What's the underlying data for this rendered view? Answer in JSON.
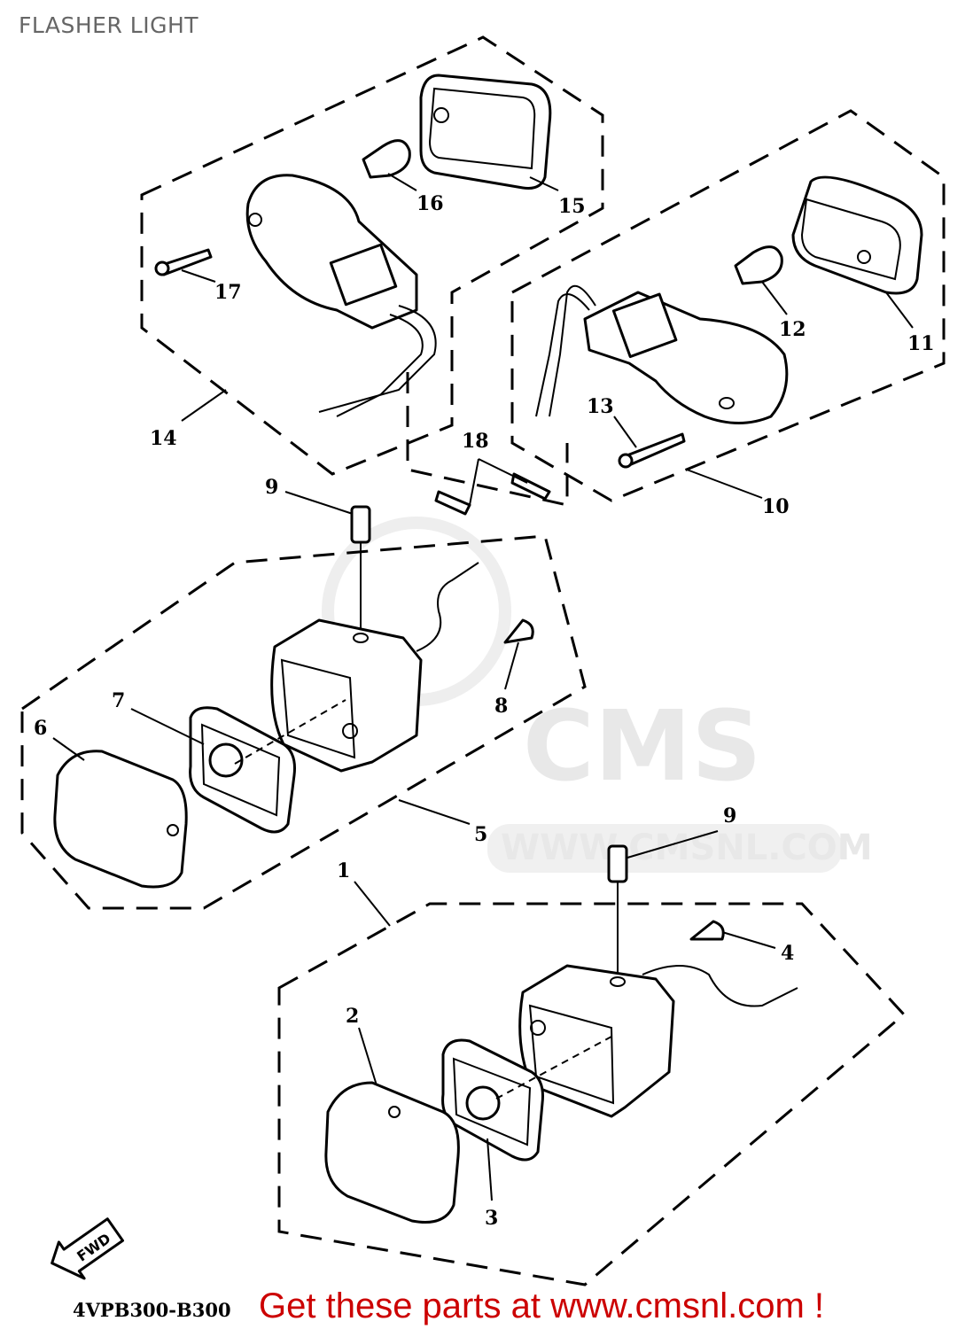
{
  "title": "FLASHER LIGHT",
  "diagram_code": "4VPB300-B300",
  "fwd_label": "FWD",
  "footer": "Get these parts at www.cmsnl.com !",
  "watermark": {
    "logo": "CMS",
    "url": "WWW.CMSNL.COM"
  },
  "callouts": [
    "1",
    "2",
    "3",
    "4",
    "5",
    "6",
    "7",
    "8",
    "9",
    "9",
    "10",
    "11",
    "12",
    "13",
    "14",
    "15",
    "16",
    "17",
    "18"
  ]
}
